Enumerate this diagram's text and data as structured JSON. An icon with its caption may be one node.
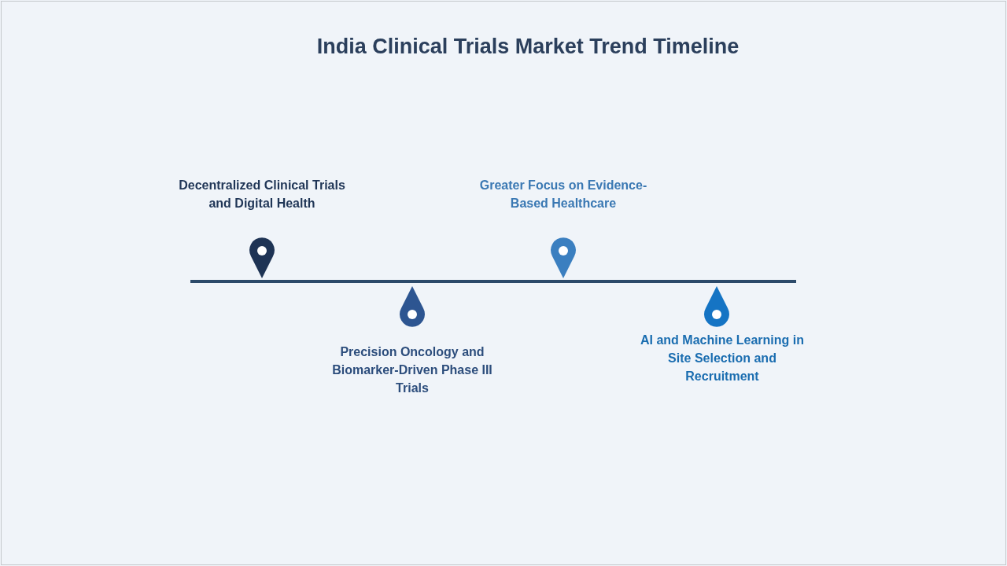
{
  "diagram": {
    "title": "India Clinical Trials Market Trend Timeline",
    "labels": [
      "Decentralized Clinical Trials and Digital Health",
      "Precision Oncology and Biomarker-Driven Phase III Trials",
      "Greater Focus on Evidence-Based Healthcare",
      "AI and Machine Learning in Site Selection and Recruitment"
    ]
  }
}
